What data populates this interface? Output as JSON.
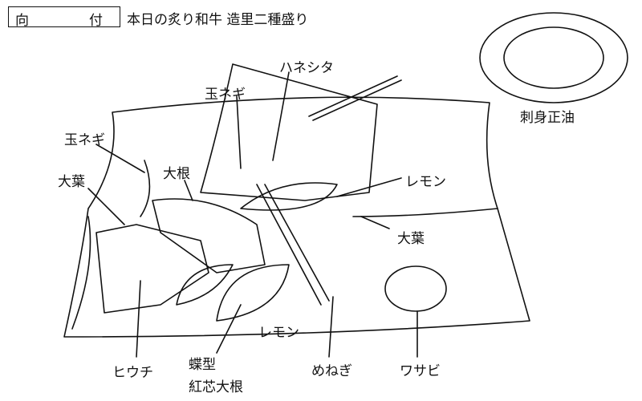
{
  "header": {
    "course_part1": "向",
    "course_part2": "付",
    "dish_title": "本日の炙り和牛 造里二種盛り"
  },
  "labels": {
    "soy_sauce": "刺身正油",
    "haneshita": "ハネシタ",
    "onion_top": "玉ネギ",
    "onion_left": "玉ネギ",
    "shiso_left": "大葉",
    "daikon": "大根",
    "lemon_right": "レモン",
    "shiso_right": "大葉",
    "lemon_bottom": "レモン",
    "hiuchi": "ヒウチ",
    "radish_line1": "蝶型",
    "radish_line2": "紅芯大根",
    "menegi": "めねぎ",
    "wasabi": "ワサビ"
  }
}
